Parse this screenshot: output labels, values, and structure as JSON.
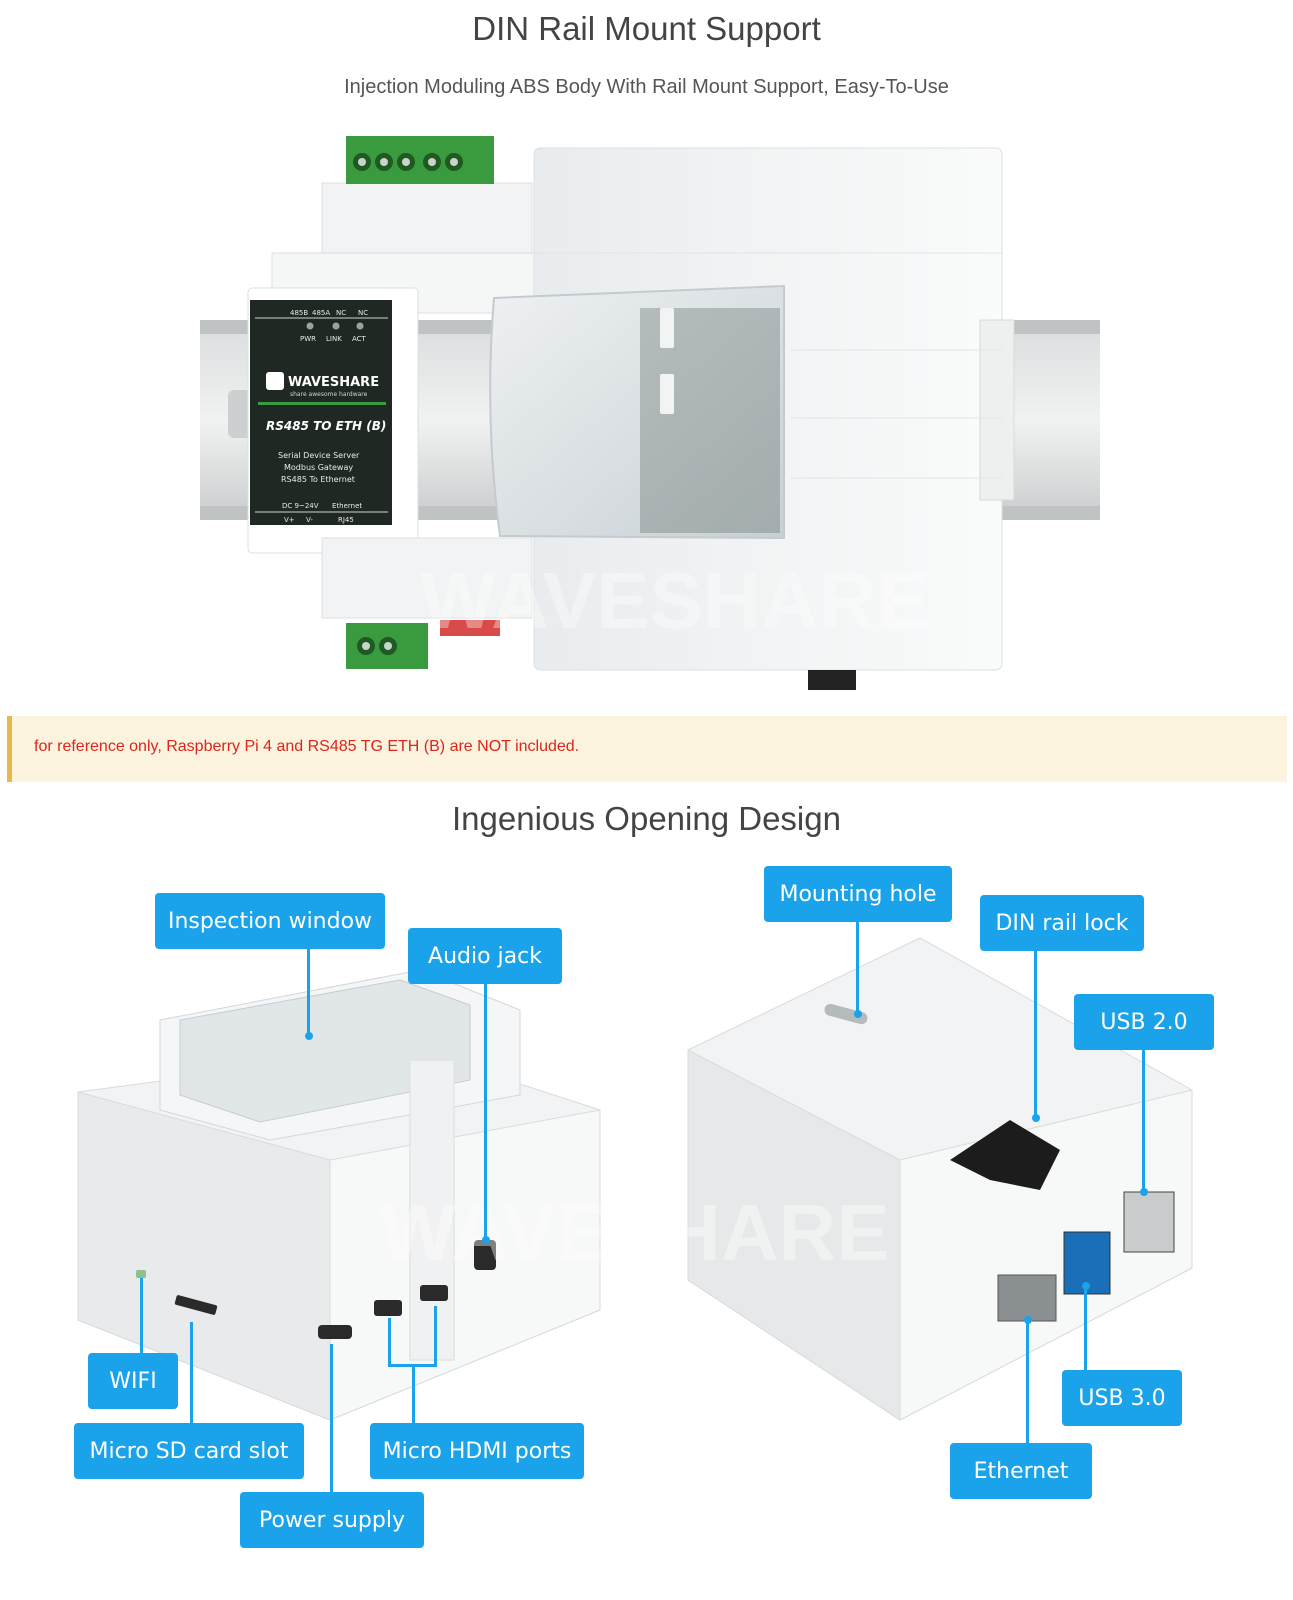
{
  "section1": {
    "title": "DIN Rail Mount Support",
    "subtitle": "Injection Moduling ABS Body With Rail Mount Support, Easy-To-Use"
  },
  "product_label": {
    "terminals": [
      "485B",
      "485A",
      "NC",
      "NC"
    ],
    "leds": [
      "PWR",
      "LINK",
      "ACT"
    ],
    "brand": "WAVESHARE",
    "tagline": "share awesome hardware",
    "model": "RS485 TO ETH (B)",
    "desc": [
      "Serial Device Server",
      "Modbus Gateway",
      "RS485 To Ethernet"
    ],
    "power": "DC 9~24V",
    "ethernet": "Ethernet",
    "v_plus": "V+",
    "v_minus": "V-",
    "rj45": "RJ45"
  },
  "watermark": "WAVESHARE",
  "notice": "for reference only, Raspberry Pi 4 and RS485 TG ETH (B) are NOT included.",
  "section2": {
    "title": "Ingenious Opening Design"
  },
  "callouts": {
    "inspection_window": "Inspection window",
    "audio_jack": "Audio jack",
    "wifi": "WIFI",
    "micro_sd": "Micro SD card slot",
    "micro_hdmi": "Micro HDMI ports",
    "power_supply": "Power supply",
    "mounting_hole": "Mounting hole",
    "din_rail_lock": "DIN rail lock",
    "usb2": "USB 2.0",
    "usb3": "USB 3.0",
    "ethernet": "Ethernet"
  },
  "colors": {
    "callout": "#1aa3ea",
    "notice_text": "#d9271c",
    "notice_bg": "#fcf3df",
    "terminal_green": "#3a9b3e",
    "label_dark": "#1f2823"
  }
}
